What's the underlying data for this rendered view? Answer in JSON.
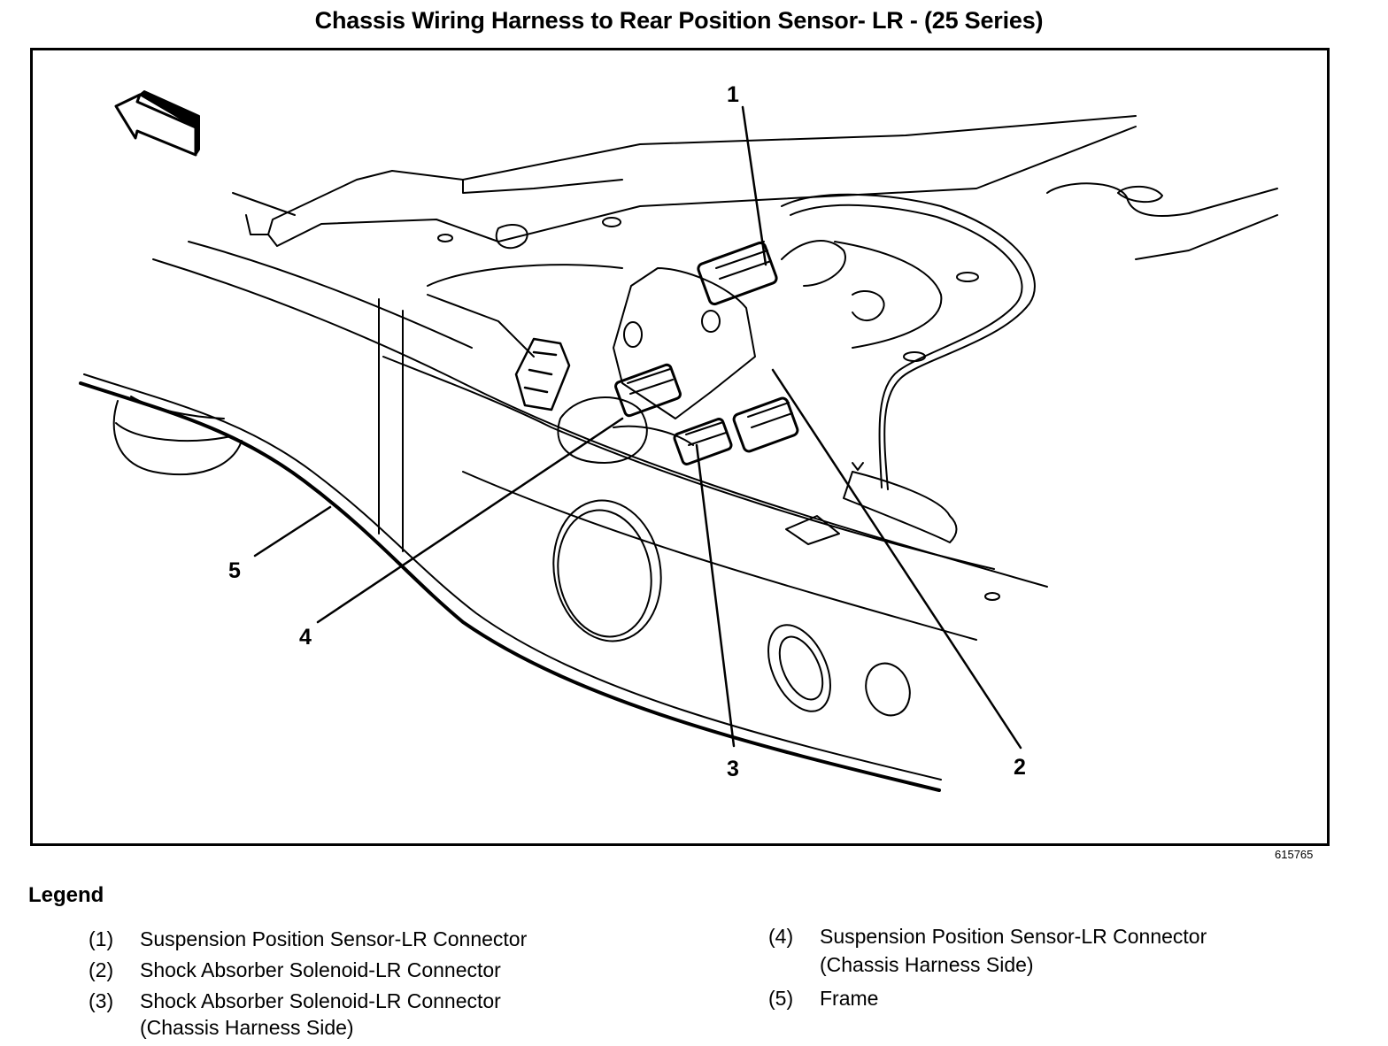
{
  "title": "Chassis Wiring Harness to Rear Position Sensor- LR - (25 Series)",
  "figure_id": "615765",
  "direction_arrow": "front-direction-arrow",
  "callouts": [
    "1",
    "2",
    "3",
    "4",
    "5"
  ],
  "legend": {
    "title": "Legend",
    "items": [
      {
        "num": "(1)",
        "line1": "Suspension Position Sensor-LR Connector",
        "line2": ""
      },
      {
        "num": "(2)",
        "line1": "Shock Absorber Solenoid-LR Connector",
        "line2": ""
      },
      {
        "num": "(3)",
        "line1": "Shock Absorber Solenoid-LR Connector",
        "line2": "(Chassis Harness Side)"
      },
      {
        "num": "(4)",
        "line1": "Suspension Position Sensor-LR Connector",
        "line2": "(Chassis Harness Side)"
      },
      {
        "num": "(5)",
        "line1": "Frame",
        "line2": ""
      }
    ]
  }
}
